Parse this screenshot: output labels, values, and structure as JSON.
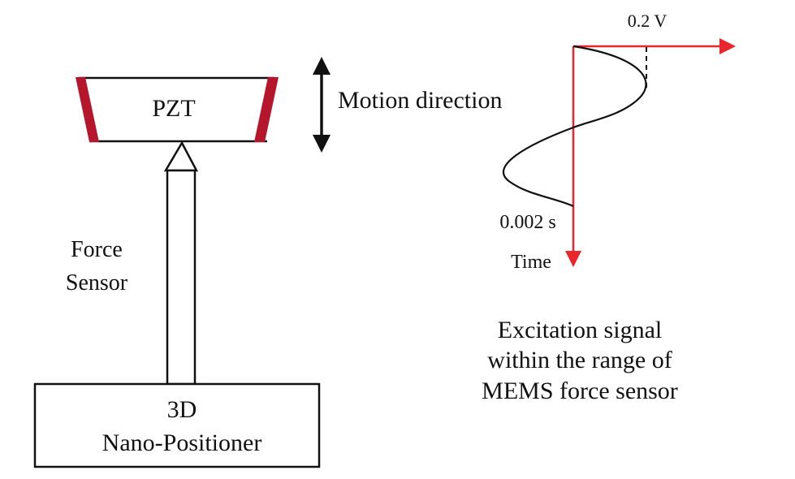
{
  "labels": {
    "pzt": "PZT",
    "motion_direction": "Motion direction",
    "force_sensor_line1": "Force",
    "force_sensor_line2": "Sensor",
    "positioner_line1": "3D",
    "positioner_line2": "Nano-Positioner"
  },
  "signal": {
    "amplitude_label": "0.2 V",
    "period_label": "0.002 s",
    "time_axis_label": "Time",
    "caption_line1": "Excitation signal",
    "caption_line2": "within the range of",
    "caption_line3": "MEMS force sensor"
  },
  "colors": {
    "pzt_electrode": "#b5162b",
    "axis": "#e8262b",
    "line": "#111111"
  }
}
